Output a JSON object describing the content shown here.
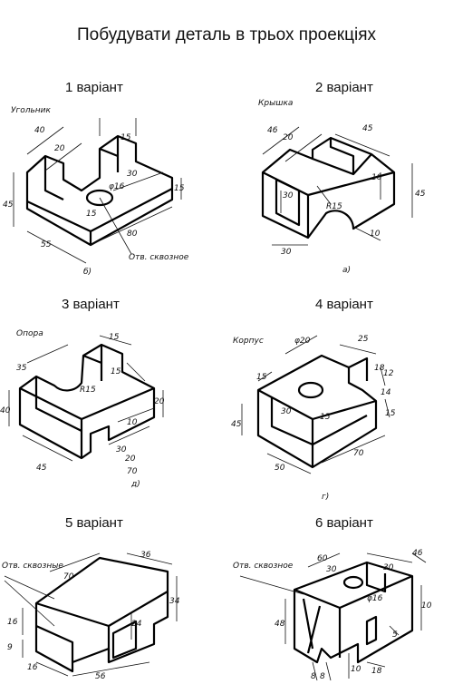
{
  "title": "Побудувати деталь в трьох проекціях",
  "variants": [
    {
      "label": "1 варіант",
      "part_name": "Угольник",
      "sublabel": "б)",
      "dims": [
        "40",
        "20",
        "15",
        "30",
        "φ16",
        "15",
        "45",
        "55",
        "80",
        "15"
      ],
      "note": "Отв. сквозное"
    },
    {
      "label": "2 варіант",
      "part_name": "Крышка",
      "sublabel": "а)",
      "dims": [
        "46",
        "20",
        "45",
        "45",
        "10",
        "30",
        "R15",
        "30",
        "10"
      ]
    },
    {
      "label": "3 варіант",
      "part_name": "Опора",
      "sublabel": "д)",
      "dims": [
        "15",
        "35",
        "15",
        "R15",
        "20",
        "40",
        "10",
        "30",
        "20",
        "45",
        "70"
      ]
    },
    {
      "label": "4 варіант",
      "part_name": "Корпус",
      "sublabel": "г)",
      "dims": [
        "φ20",
        "25",
        "18",
        "12",
        "15",
        "14",
        "30",
        "15",
        "15",
        "45",
        "50",
        "70"
      ]
    },
    {
      "label": "5 варіант",
      "part_name": "Отв. сквозные",
      "dims": [
        "36",
        "70",
        "34",
        "24",
        "16",
        "9",
        "16",
        "56"
      ]
    },
    {
      "label": "6 варіант",
      "part_name": "Отв. сквозное",
      "dims": [
        "60",
        "46",
        "30",
        "30",
        "φ16",
        "48",
        "8",
        "8",
        "10",
        "10",
        "18",
        "5"
      ]
    }
  ]
}
